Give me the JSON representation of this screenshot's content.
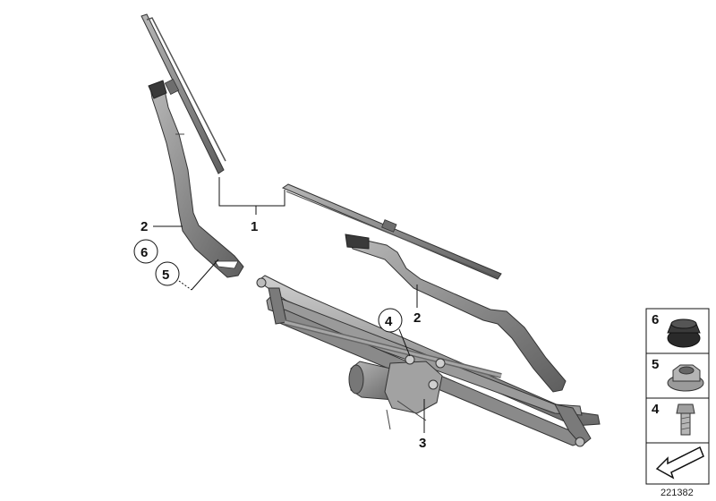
{
  "callouts": {
    "blades": "1",
    "arm_left": "2",
    "arm_right": "2",
    "motor_linkage": "3",
    "bolt_at_motor": "4",
    "cap": "6",
    "nut": "5"
  },
  "legend": [
    {
      "number": "6",
      "part": "cap-icon"
    },
    {
      "number": "5",
      "part": "nut-icon"
    },
    {
      "number": "4",
      "part": "bolt-icon"
    },
    {
      "number": "",
      "part": "arrow-icon"
    }
  ],
  "diagram_id": "221382",
  "colors": {
    "part_fill": "#8b8b8b",
    "part_dark": "#5a5a5a",
    "part_light": "#c4c4c4",
    "cap_dark": "#2c2c2c",
    "line": "#111111"
  }
}
